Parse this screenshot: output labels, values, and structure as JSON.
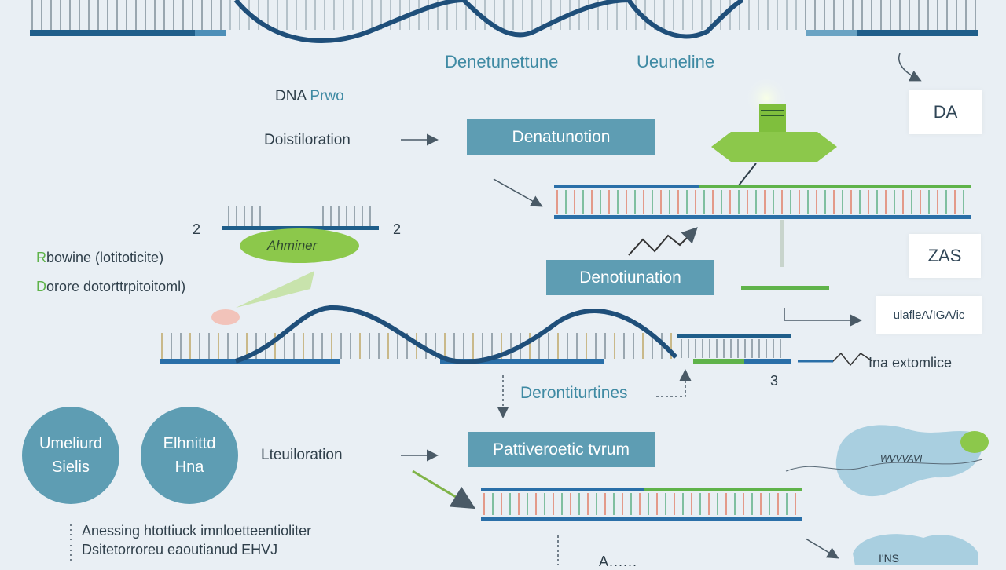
{
  "titles": {
    "top_left": "Denetunettune",
    "top_right": "Ueuneline"
  },
  "side": {
    "dna_a": "DNA",
    "dna_b": "Prwo",
    "step1": "Doistiloration",
    "num_left": "2",
    "num_right": "2"
  },
  "boxes": {
    "denaturation": "Denatunotion",
    "denotuination": "Denotiunation",
    "denorituttunes": "Derontiturtines",
    "pattern": "Pattiveroetic tvrum"
  },
  "enzyme": {
    "label": "Ahminer"
  },
  "cards": {
    "dna": "DA",
    "zas": "ZAS",
    "note": "ulafleA/IGA/ic"
  },
  "left_notes": {
    "l1_prefix": "R",
    "l1_text": "bowine (lotitoticite)",
    "l2_prefix": "D",
    "l2_text": "orore dotorttrpitoitoml)"
  },
  "ext_label": "Ina extomlice",
  "num_three": "3",
  "circles": {
    "c1_line1": "Umeliurd",
    "c1_line2": "Sielis",
    "c2_line1": "Elhnittd",
    "c2_line2": "Hna"
  },
  "bottom": {
    "step": "Lteuiloration",
    "note1": "Anessing htottiuck imnloetteentioliter",
    "note2": "Dsitetorroreu eaoutianud EHVJ",
    "tail": "A......"
  },
  "blob_text": "WVVVAVI",
  "blob_bottom": "I'NS",
  "colors": {
    "accent": "#5e9db3",
    "dark_blue": "#1f5e8a",
    "green": "#5fb34a",
    "red_tick": "#e39a8a"
  }
}
